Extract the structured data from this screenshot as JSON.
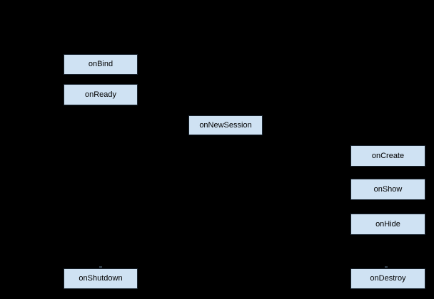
{
  "diagram": {
    "colors": {
      "background": "#000000",
      "node_fill": "#cfe2f3",
      "node_border": "#1b2631",
      "node_text": "#000000"
    },
    "nodes": [
      {
        "label": "onBind"
      },
      {
        "label": "onReady"
      },
      {
        "label": "onNewSession"
      },
      {
        "label": "onCreate"
      },
      {
        "label": "onShow"
      },
      {
        "label": "onHide"
      },
      {
        "label": "onShutdown"
      },
      {
        "label": "onDestroy"
      }
    ]
  }
}
